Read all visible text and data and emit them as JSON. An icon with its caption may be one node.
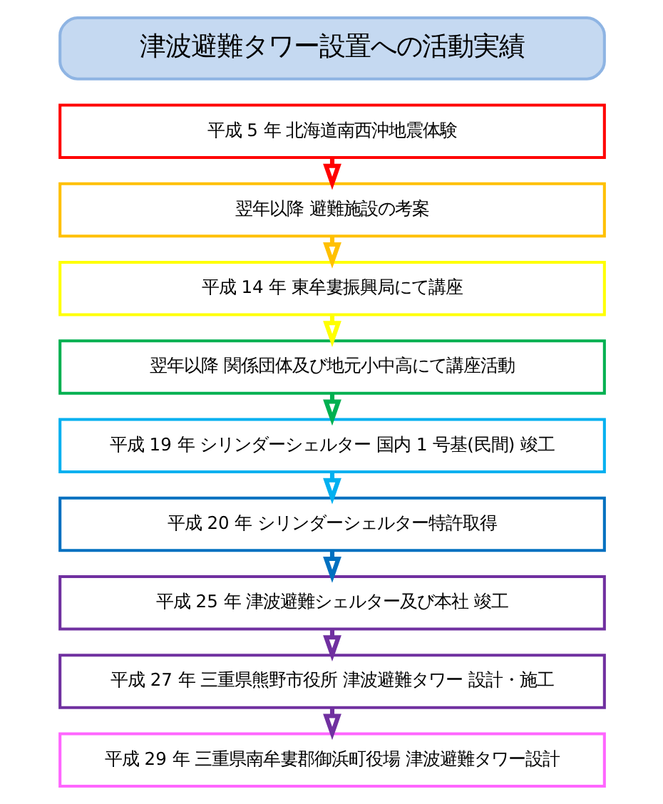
{
  "diagram": {
    "nodes": [
      {
        "text": [
          "津波避難タワー設置への活動実績"
        ]
      },
      {
        "text": [
          "平成 5 年 北海道南西沖地震体験"
        ]
      },
      {
        "text": [
          "翌年以降 避難施設の考案"
        ]
      },
      {
        "text": [
          "平成 14 年 東牟婁振興局にて講座"
        ]
      },
      {
        "text": [
          "翌年以降 関係団体及び地元小中高にて講座活動"
        ]
      },
      {
        "text": [
          "平成 19 年 シリンダーシェルター 国内 1 号基(民間) 竣工"
        ]
      },
      {
        "text": [
          "平成 20 年 シリンダーシェルター特許取得"
        ]
      },
      {
        "text": [
          "平成 25 年 津波避難シェルター及び本社 竣工"
        ]
      },
      {
        "text": [
          "平成 27 年 三重県熊野市役所 津波避難タワー 設計・施工"
        ]
      },
      {
        "text": [
          "平成 29 年 三重県南牟婁郡御浜町役場 津波避難タワー設計"
        ]
      }
    ],
    "edges": [
      {
        "from": 1,
        "to": 2,
        "arrow": "to",
        "color": "#ff0000"
      },
      {
        "from": 2,
        "to": 3,
        "arrow": "to",
        "color": "#ffc000"
      },
      {
        "from": 3,
        "to": 4,
        "arrow": "to",
        "color": "#ffff00"
      },
      {
        "from": 4,
        "to": 5,
        "arrow": "to",
        "color": "#00b050"
      },
      {
        "from": 5,
        "to": 6,
        "arrow": "to",
        "color": "#00b0f0"
      },
      {
        "from": 6,
        "to": 7,
        "arrow": "to",
        "color": "#0070c0"
      },
      {
        "from": 7,
        "to": 8,
        "arrow": "to",
        "color": "#7030a0"
      },
      {
        "from": 8,
        "to": 9,
        "arrow": "to",
        "color": "#7030a0"
      }
    ]
  }
}
